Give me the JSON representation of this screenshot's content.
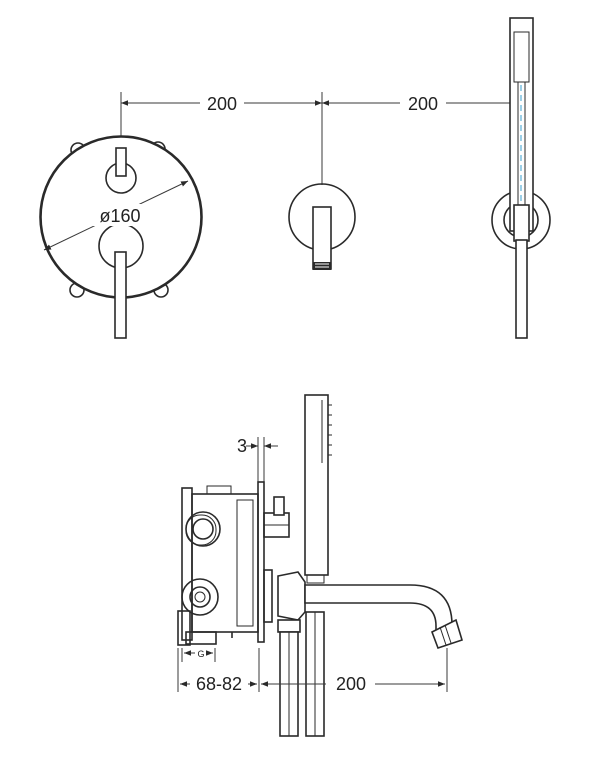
{
  "dimensions": {
    "top_spacing_left": "200",
    "top_spacing_right": "200",
    "plate_diameter": "ø160",
    "side_gap": "3",
    "side_depth": "68-82",
    "spout_projection": "200",
    "thread_label": "G"
  },
  "colors": {
    "line": "#2a2a2a",
    "centerline": "#3aa0d0",
    "background": "#ffffff"
  }
}
